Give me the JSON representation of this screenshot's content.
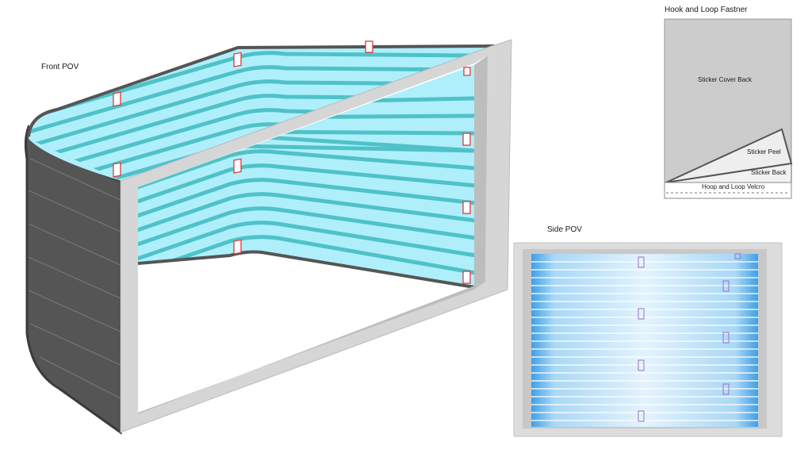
{
  "front_view": {
    "title": "Front POV"
  },
  "side_view": {
    "title": "Side POV"
  },
  "fastener": {
    "title": "Hook and Loop Fastner",
    "cover_label": "Sticker Cover Back",
    "peel_label": "Sticker Peel",
    "back_label": "Sticker Back",
    "velcro_label": "Hoop and Loop Velcro"
  },
  "colors": {
    "water": "#aeeffb",
    "stripe": "#4fc2c8",
    "dark_panel": "#555555",
    "frame": "#dcdcdc",
    "marker": "#e03a3a",
    "cover": "#cccccc",
    "pool_blue": "#3fa1e8"
  }
}
